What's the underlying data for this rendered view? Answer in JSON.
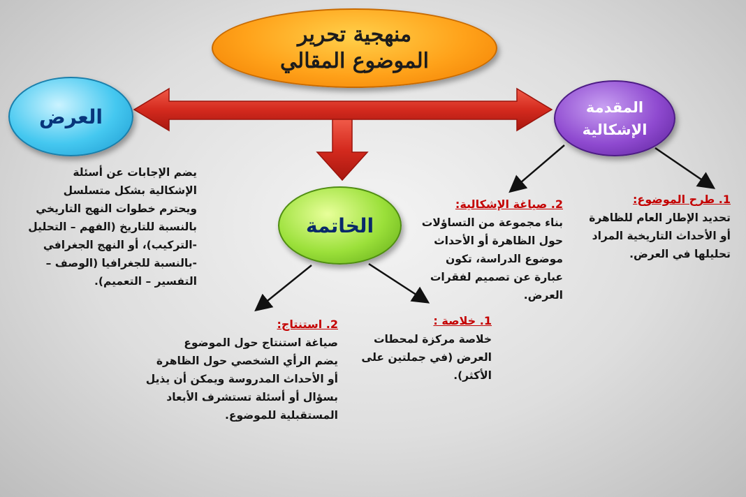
{
  "title": {
    "line1": "منهجية تحرير",
    "line2": "الموضوع المقالي"
  },
  "nodes": {
    "presentation": "العرض",
    "conclusion": "الخاتمة",
    "intro": {
      "line1": "المقدمة",
      "line2": "الإشكالية"
    }
  },
  "presentation_text": [
    "يضم الإجابات عن أسئلة",
    "الإشكالية بشكل متسلسل",
    "ويحترم خطوات النهج التاريخي",
    "بالنسبة للتاريخ (الفهم – التحليل",
    "-التركيب)، أو النهج الجغرافي",
    "-بالنسبة للجغرافيا (الوصف –",
    "التفسير – التعميم)."
  ],
  "intro_items": [
    {
      "heading": "1.  طرح الموضوع:",
      "lines": [
        "تحديد الإطار العام للظاهرة",
        "أو الأحداث التاريخية المراد",
        "تحليلها في العرض."
      ]
    },
    {
      "heading": "2. صياغة الإشكالية:",
      "lines": [
        "بناء مجموعة من التساؤلات",
        "حول الظاهرة أو الأحداث",
        "موضوع الدراسة، تكون",
        "عبارة عن تصميم لفقرات",
        "العرض."
      ]
    }
  ],
  "conclusion_items": [
    {
      "heading": "1.  خلاصة :",
      "lines": [
        "خلاصة مركزة لمحطات",
        "العرض (في جملتين على",
        "الأكثر)."
      ]
    },
    {
      "heading": "2. استنتاج:",
      "lines": [
        "صياغة استنتاج حول الموضوع",
        "يضم الرأي الشخصي حول الظاهرة",
        "أو الأحداث المدروسة ويمكن أن يذيل",
        "بسؤال أو أسئلة تستشرف الأبعاد",
        "المستقبلية للموضوع."
      ]
    }
  ],
  "colors": {
    "arrow_red": "#d42a1e",
    "heading_red": "#c40000",
    "title_orange": "#ffa21a",
    "blue": "#45c8f0",
    "green": "#9be03a",
    "purple": "#8f4ad0"
  }
}
